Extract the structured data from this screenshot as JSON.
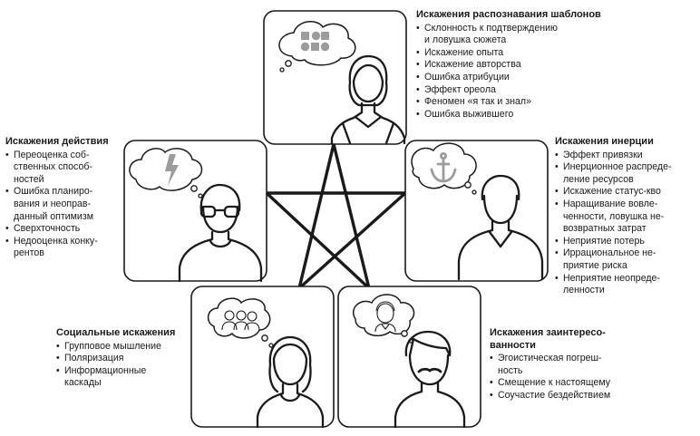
{
  "groups": {
    "pattern": {
      "title": "Искажения распознавания шаблонов",
      "items": [
        [
          "Склонность к подтверждению",
          "и ловушка сюжета"
        ],
        [
          "Искажение опыта"
        ],
        [
          "Искажение авторства"
        ],
        [
          "Ошибка атрибуции"
        ],
        [
          "Эффект ореола"
        ],
        [
          "Феномен «я так и знал»"
        ],
        [
          "Ошибка выжившего"
        ]
      ]
    },
    "action": {
      "title": "Искажения действия",
      "items": [
        [
          "Переоценка соб-",
          "ственных способ-",
          "ностей"
        ],
        [
          "Ошибка планиро-",
          "вания и неоправ-",
          "данный оптимизм"
        ],
        [
          "Сверхточность"
        ],
        [
          "Недооценка конку-",
          "рентов"
        ]
      ]
    },
    "inertia": {
      "title": "Искажения инерции",
      "items": [
        [
          "Эффект привязки"
        ],
        [
          "Инерционное распреде-",
          "ление ресурсов"
        ],
        [
          "Искажение статус-кво"
        ],
        [
          "Наращивание вовле-",
          "ченности, ловушка не-",
          "возвратных затрат"
        ],
        [
          "Неприятие потерь"
        ],
        [
          "Иррациональное не-",
          "приятие риска"
        ],
        [
          "Неприятие неопреде-",
          "ленности"
        ]
      ]
    },
    "social": {
      "title": "Социальные искажения",
      "items": [
        [
          "Групповое мышление"
        ],
        [
          "Поляризация"
        ],
        [
          "Информационные",
          "каскады"
        ]
      ]
    },
    "interest": {
      "title_lines": [
        "Искажения заинтересо-",
        "ванности"
      ],
      "items": [
        [
          "Эгоистическая погреш-",
          "ность"
        ],
        [
          "Смещение к настоящему"
        ],
        [
          "Соучастие бездействием"
        ]
      ]
    }
  },
  "icons": {
    "pattern": "shapes-icon",
    "action": "lightning-icon",
    "inertia": "anchor-icon",
    "social": "group-people-icon",
    "interest": "self-portrait-icon"
  }
}
